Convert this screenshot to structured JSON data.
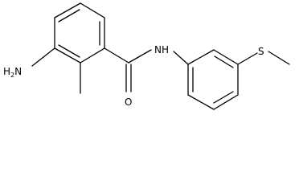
{
  "molecule": {
    "labels": {
      "amine_h": "H",
      "amine_sub": "2",
      "amine_n": "N",
      "amide_n": "N",
      "amide_h": "H",
      "carbonyl_o": "O",
      "thioether_s": "S"
    }
  }
}
